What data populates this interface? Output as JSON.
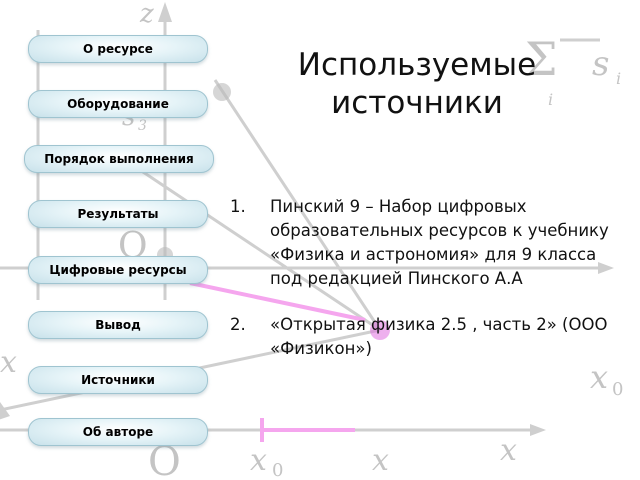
{
  "nav": {
    "items": [
      {
        "label": "О ресурсе"
      },
      {
        "label": "Оборудование"
      },
      {
        "label": "Порядок выполнения"
      },
      {
        "label": "Результаты"
      },
      {
        "label": "Цифровые ресурсы"
      },
      {
        "label": "Вывод"
      },
      {
        "label": "Источники"
      },
      {
        "label": "Об авторе"
      }
    ]
  },
  "page": {
    "title_line1": "Используемые",
    "title_line2": "источники"
  },
  "sources": [
    {
      "num": "1.",
      "text": "Пинский 9 – Набор цифровых образовательных ресурсов к учебнику «Физика и астрономия» для 9 класса под редакцией Пинского А.А"
    },
    {
      "num": "2.",
      "text": "«Открытая физика 2.5 , часть 2» (ООО «Физикон»)"
    }
  ],
  "background_glyphs": {
    "sum_index": "i",
    "s_i": "s",
    "s_i_sub": "i",
    "z": "z",
    "s3": "s",
    "s3_sub": "3",
    "O_mid": "O",
    "x_left": "x",
    "x0_right": "x",
    "x0_right_sub": "0",
    "O_bottom": "O",
    "x0_bottom": "x",
    "x0_bottom_sub": "0",
    "x_bottom": "x",
    "x_end": "x"
  },
  "colors": {
    "nav_fill": "#d4eaf1",
    "nav_border": "#9fc4d0",
    "text": "#111111",
    "accent_pink": "#f080e8",
    "bg_gray": "#c8c8c8"
  }
}
